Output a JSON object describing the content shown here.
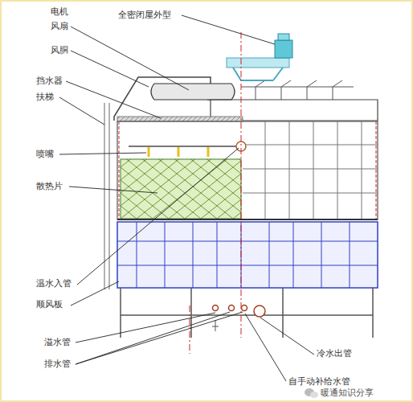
{
  "diagram": {
    "labels": [
      "电机",
      "全密闭屋外型",
      "风扇",
      "风胴",
      "挡水器",
      "扶梯",
      "喷嘴",
      "散热片",
      "温水入管",
      "顺风板",
      "溢水管",
      "排水管",
      "冷水出管",
      "自手动补给水管",
      "暖通知识分享"
    ]
  }
}
